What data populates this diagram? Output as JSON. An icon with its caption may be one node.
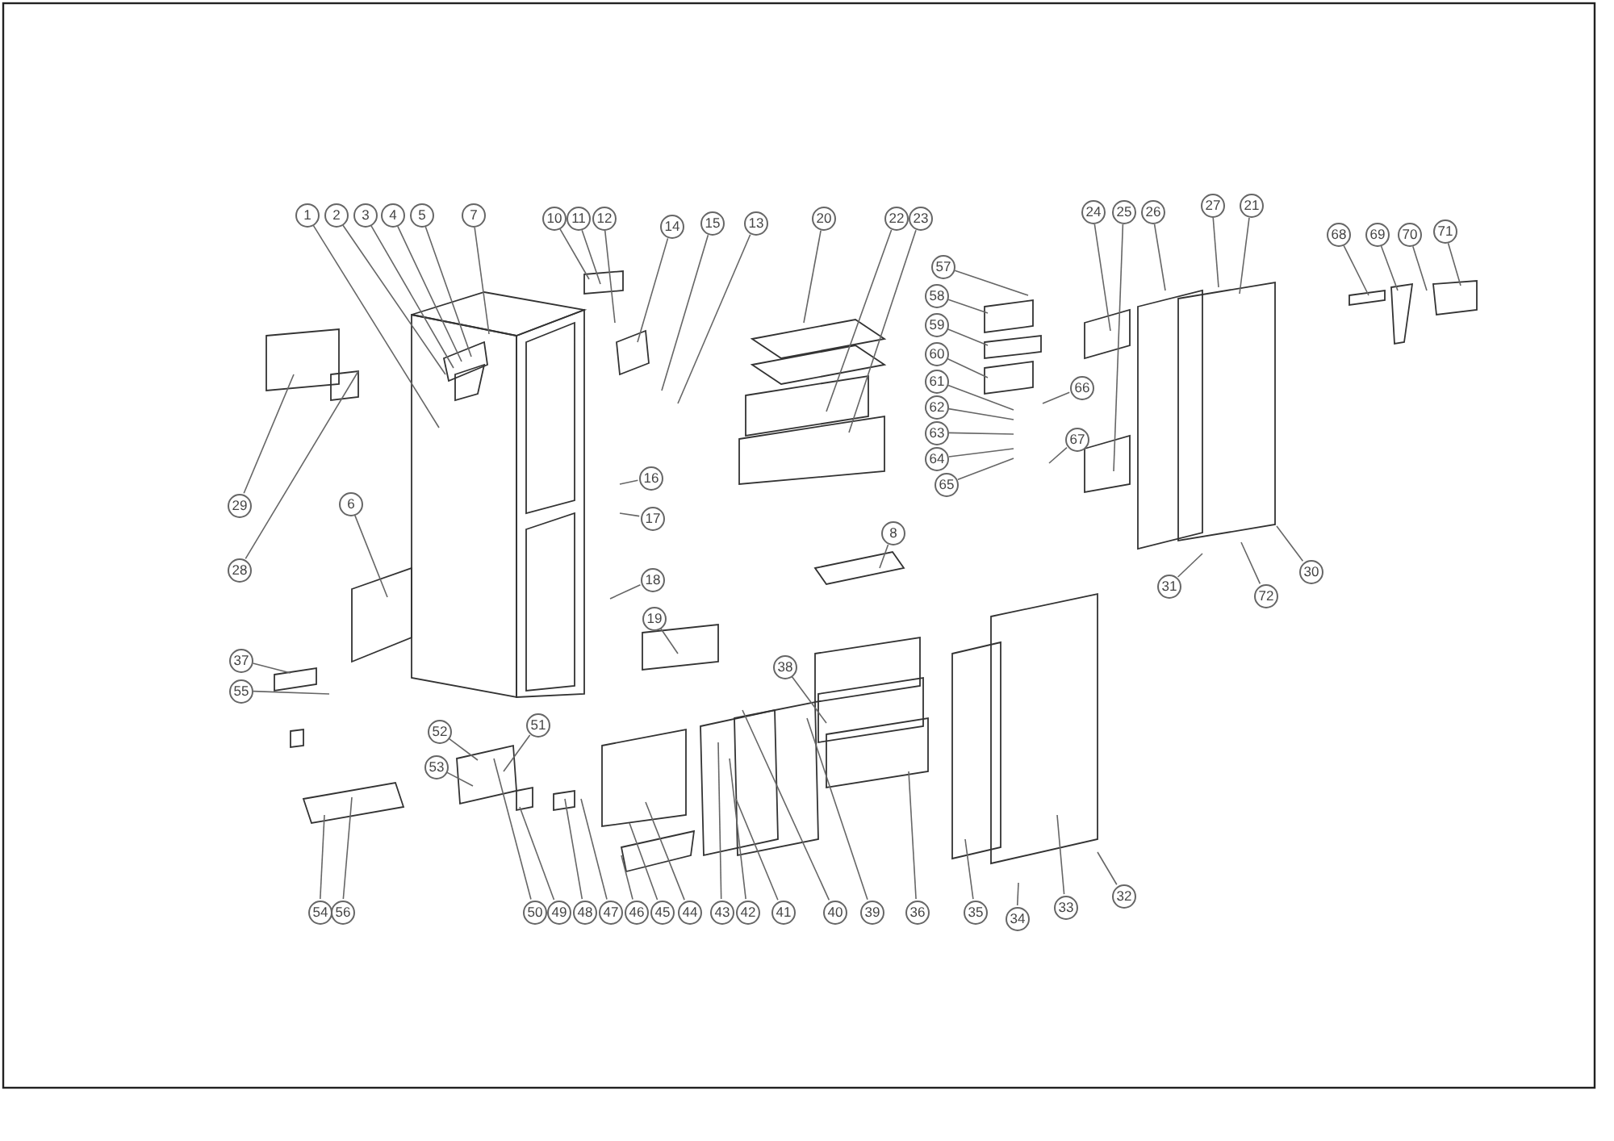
{
  "diagram": {
    "nodes": [
      {
        "text": [
          "1"
        ]
      },
      {
        "text": [
          "2"
        ]
      },
      {
        "text": [
          "3"
        ]
      },
      {
        "text": [
          "4"
        ]
      },
      {
        "text": [
          "5"
        ]
      },
      {
        "text": [
          "7"
        ]
      },
      {
        "text": [
          "10"
        ]
      },
      {
        "text": [
          "11"
        ]
      },
      {
        "text": [
          "12"
        ]
      },
      {
        "text": [
          "14"
        ]
      },
      {
        "text": [
          "15"
        ]
      },
      {
        "text": [
          "13"
        ]
      },
      {
        "text": [
          "20"
        ]
      },
      {
        "text": [
          "22"
        ]
      },
      {
        "text": [
          "23"
        ]
      },
      {
        "text": [
          "24"
        ]
      },
      {
        "text": [
          "25"
        ]
      },
      {
        "text": [
          "26"
        ]
      },
      {
        "text": [
          "27"
        ]
      },
      {
        "text": [
          "21"
        ]
      },
      {
        "text": [
          "68"
        ]
      },
      {
        "text": [
          "69"
        ]
      },
      {
        "text": [
          "70"
        ]
      },
      {
        "text": [
          "71"
        ]
      },
      {
        "text": [
          "57"
        ]
      },
      {
        "text": [
          "58"
        ]
      },
      {
        "text": [
          "59"
        ]
      },
      {
        "text": [
          "60"
        ]
      },
      {
        "text": [
          "61"
        ]
      },
      {
        "text": [
          "62"
        ]
      },
      {
        "text": [
          "63"
        ]
      },
      {
        "text": [
          "64"
        ]
      },
      {
        "text": [
          "65"
        ]
      },
      {
        "text": [
          "66"
        ]
      },
      {
        "text": [
          "67"
        ]
      },
      {
        "text": [
          "29"
        ]
      },
      {
        "text": [
          "28"
        ]
      },
      {
        "text": [
          "6"
        ]
      },
      {
        "text": [
          "16"
        ]
      },
      {
        "text": [
          "17"
        ]
      },
      {
        "text": [
          "18"
        ]
      },
      {
        "text": [
          "19"
        ]
      },
      {
        "text": [
          "8"
        ]
      },
      {
        "text": [
          "31"
        ]
      },
      {
        "text": [
          "72"
        ]
      },
      {
        "text": [
          "30"
        ]
      },
      {
        "text": [
          "37"
        ]
      },
      {
        "text": [
          "55"
        ]
      },
      {
        "text": [
          "52"
        ]
      },
      {
        "text": [
          "51"
        ]
      },
      {
        "text": [
          "53"
        ]
      },
      {
        "text": [
          "38"
        ]
      },
      {
        "text": [
          "54"
        ]
      },
      {
        "text": [
          "56"
        ]
      },
      {
        "text": [
          "50"
        ]
      },
      {
        "text": [
          "49"
        ]
      },
      {
        "text": [
          "48"
        ]
      },
      {
        "text": [
          "47"
        ]
      },
      {
        "text": [
          "46"
        ]
      },
      {
        "text": [
          "45"
        ]
      },
      {
        "text": [
          "44"
        ]
      },
      {
        "text": [
          "43"
        ]
      },
      {
        "text": [
          "42"
        ]
      },
      {
        "text": [
          "41"
        ]
      },
      {
        "text": [
          "40"
        ]
      },
      {
        "text": [
          "39"
        ]
      },
      {
        "text": [
          "36"
        ]
      },
      {
        "text": [
          "35"
        ]
      },
      {
        "text": [
          "34"
        ]
      },
      {
        "text": [
          "33"
        ]
      },
      {
        "text": [
          "32"
        ]
      }
    ],
    "edges": [
      {
        "from": 0,
        "to": null,
        "arrow": "none"
      },
      {
        "from": 1,
        "to": null,
        "arrow": "none"
      },
      {
        "from": 2,
        "to": null,
        "arrow": "none"
      },
      {
        "from": 3,
        "to": null,
        "arrow": "none"
      },
      {
        "from": 4,
        "to": null,
        "arrow": "none"
      },
      {
        "from": 5,
        "to": null,
        "arrow": "none"
      },
      {
        "from": 6,
        "to": null,
        "arrow": "none"
      },
      {
        "from": 7,
        "to": null,
        "arrow": "none"
      },
      {
        "from": 8,
        "to": null,
        "arrow": "none"
      },
      {
        "from": 9,
        "to": null,
        "arrow": "none"
      },
      {
        "from": 10,
        "to": null,
        "arrow": "none"
      },
      {
        "from": 11,
        "to": null,
        "arrow": "none"
      },
      {
        "from": 12,
        "to": null,
        "arrow": "none"
      },
      {
        "from": 13,
        "to": null,
        "arrow": "none"
      },
      {
        "from": 14,
        "to": null,
        "arrow": "none"
      },
      {
        "from": 15,
        "to": null,
        "arrow": "none"
      },
      {
        "from": 16,
        "to": null,
        "arrow": "none"
      },
      {
        "from": 17,
        "to": null,
        "arrow": "none"
      },
      {
        "from": 18,
        "to": null,
        "arrow": "none"
      },
      {
        "from": 19,
        "to": null,
        "arrow": "none"
      },
      {
        "from": 20,
        "to": null,
        "arrow": "none"
      },
      {
        "from": 21,
        "to": null,
        "arrow": "none"
      },
      {
        "from": 22,
        "to": null,
        "arrow": "none"
      },
      {
        "from": 23,
        "to": null,
        "arrow": "none"
      },
      {
        "from": 24,
        "to": null,
        "arrow": "none"
      },
      {
        "from": 25,
        "to": null,
        "arrow": "none"
      },
      {
        "from": 26,
        "to": null,
        "arrow": "none"
      },
      {
        "from": 27,
        "to": null,
        "arrow": "none"
      },
      {
        "from": 28,
        "to": null,
        "arrow": "none"
      },
      {
        "from": 29,
        "to": null,
        "arrow": "none"
      },
      {
        "from": 30,
        "to": null,
        "arrow": "none"
      },
      {
        "from": 31,
        "to": null,
        "arrow": "none"
      },
      {
        "from": 32,
        "to": null,
        "arrow": "none"
      },
      {
        "from": 33,
        "to": null,
        "arrow": "none"
      },
      {
        "from": 34,
        "to": null,
        "arrow": "none"
      },
      {
        "from": 35,
        "to": null,
        "arrow": "none"
      },
      {
        "from": 36,
        "to": null,
        "arrow": "none"
      },
      {
        "from": 37,
        "to": null,
        "arrow": "none"
      },
      {
        "from": 38,
        "to": null,
        "arrow": "none"
      },
      {
        "from": 39,
        "to": null,
        "arrow": "none"
      },
      {
        "from": 40,
        "to": null,
        "arrow": "none"
      },
      {
        "from": 41,
        "to": null,
        "arrow": "none"
      },
      {
        "from": 42,
        "to": null,
        "arrow": "none"
      },
      {
        "from": 43,
        "to": null,
        "arrow": "none"
      },
      {
        "from": 44,
        "to": null,
        "arrow": "none"
      },
      {
        "from": 45,
        "to": null,
        "arrow": "none"
      },
      {
        "from": 46,
        "to": null,
        "arrow": "none"
      },
      {
        "from": 47,
        "to": null,
        "arrow": "none"
      },
      {
        "from": 48,
        "to": null,
        "arrow": "none"
      },
      {
        "from": 49,
        "to": null,
        "arrow": "none"
      },
      {
        "from": 50,
        "to": null,
        "arrow": "none"
      },
      {
        "from": 51,
        "to": null,
        "arrow": "none"
      },
      {
        "from": 52,
        "to": null,
        "arrow": "none"
      },
      {
        "from": 53,
        "to": null,
        "arrow": "none"
      },
      {
        "from": 54,
        "to": null,
        "arrow": "none"
      },
      {
        "from": 55,
        "to": null,
        "arrow": "none"
      },
      {
        "from": 56,
        "to": null,
        "arrow": "none"
      },
      {
        "from": 57,
        "to": null,
        "arrow": "none"
      },
      {
        "from": 58,
        "to": null,
        "arrow": "none"
      },
      {
        "from": 59,
        "to": null,
        "arrow": "none"
      },
      {
        "from": 60,
        "to": null,
        "arrow": "none"
      },
      {
        "from": 61,
        "to": null,
        "arrow": "none"
      },
      {
        "from": 62,
        "to": null,
        "arrow": "none"
      },
      {
        "from": 63,
        "to": null,
        "arrow": "none"
      },
      {
        "from": 64,
        "to": null,
        "arrow": "none"
      },
      {
        "from": 65,
        "to": null,
        "arrow": "none"
      },
      {
        "from": 66,
        "to": null,
        "arrow": "none"
      },
      {
        "from": 67,
        "to": null,
        "arrow": "none"
      },
      {
        "from": 68,
        "to": null,
        "arrow": "none"
      },
      {
        "from": 69,
        "to": null,
        "arrow": "none"
      },
      {
        "from": 70,
        "to": null,
        "arrow": "none"
      }
    ]
  }
}
